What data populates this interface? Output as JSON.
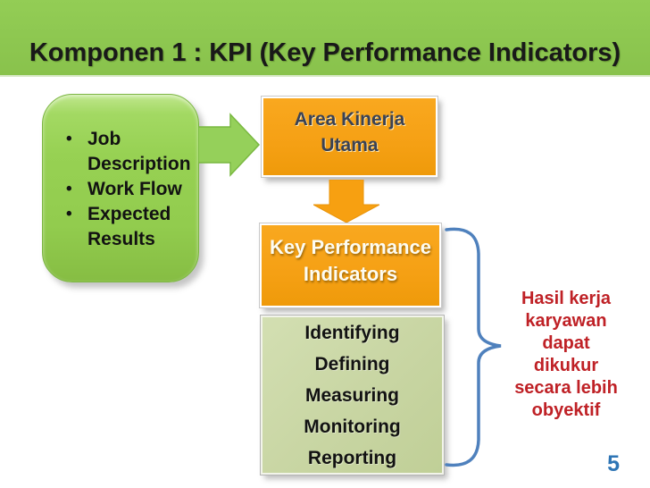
{
  "slide": {
    "title": "Komponen 1 : KPI (Key Performance Indicators)",
    "page_number": "5"
  },
  "left_box": {
    "items": [
      "Job Description",
      "Work Flow",
      "Expected Results"
    ]
  },
  "area_box": {
    "lines": [
      "Area Kinerja",
      "Utama"
    ]
  },
  "kpi_box": {
    "lines": [
      "Key Performance",
      "Indicators"
    ]
  },
  "process_box": {
    "items": [
      "Identifying",
      "Defining",
      "Measuring",
      "Monitoring",
      "Reporting"
    ]
  },
  "annotation": {
    "lines": [
      "Hasil kerja",
      "karyawan",
      "dapat",
      "dikukur",
      "secara lebih",
      "obyektif"
    ],
    "full_text": "Hasil kerja karyawan dapat dikukur secara lebih obyektif"
  },
  "icons": {
    "right_arrow": "right-block-arrow",
    "down_arrow": "down-block-arrow",
    "brace": "right-curly-brace"
  },
  "colors": {
    "header_green": "#8dc750",
    "box_green": "#95cf52",
    "orange": "#f5a014",
    "sage": "#c9d6a4",
    "brace_blue": "#4f81bd",
    "annotation_red": "#bf2126",
    "page_blue": "#2e75b5",
    "title_text": "#191919",
    "area_text": "#3a4254",
    "kpi_text": "#fdfcf2"
  }
}
